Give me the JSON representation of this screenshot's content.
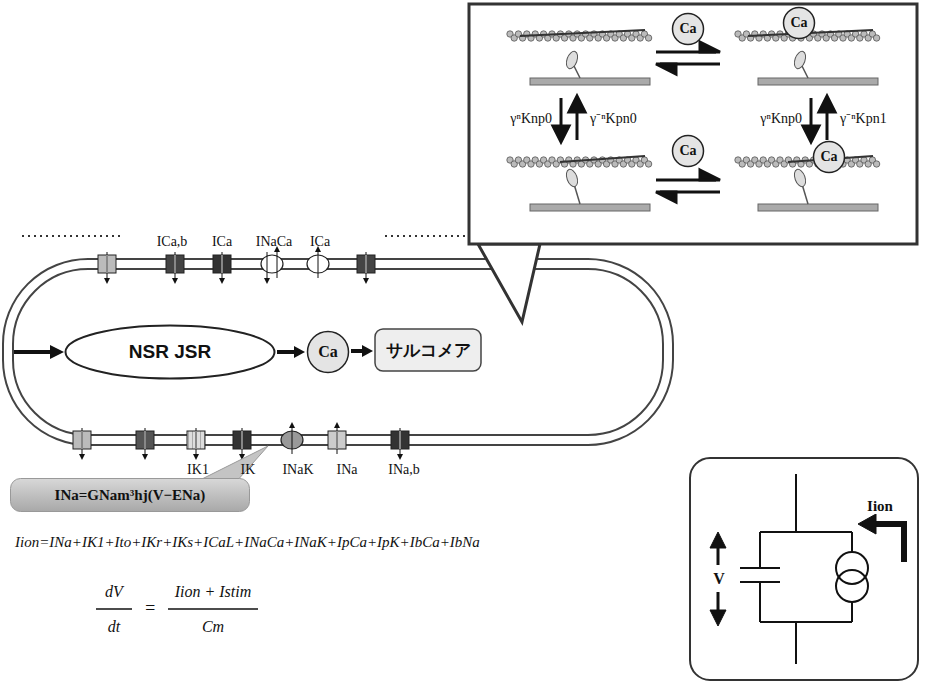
{
  "diagram": {
    "nodes": [
      {
        "text": [
          "Ca"
        ]
      },
      {
        "text": [
          "Ca"
        ]
      },
      {
        "text": [
          "Ca"
        ]
      },
      {
        "text": [
          "Ca"
        ]
      },
      {
        "text": [
          "NSR JSR"
        ]
      },
      {
        "text": [
          "Ca"
        ]
      },
      {
        "text": [
          "サルコメア"
        ]
      },
      {
        "text": [
          "INa=GNam³hj(V−ENa)"
        ]
      }
    ],
    "edges": [
      {
        "from": 4,
        "to": 5,
        "arrow": "to"
      },
      {
        "from": 5,
        "to": 6,
        "arrow": "to"
      }
    ],
    "labels": [
      "ICa,b",
      "ICa",
      "INaCa",
      "ICa",
      "IK1",
      "IK",
      "INaK",
      "INa",
      "INa,b",
      "γⁿKnp0",
      "γ⁻ⁿKpn0",
      "γⁿKnp0",
      "γ⁻ⁿKpn1",
      "Iion=INa+IK1+Ito+IKr+IKs+ICaL+INaCa+INaK+IpCa+IpK+IbCa+IbNa",
      "dV",
      "dt",
      "=",
      "Iion + Istim",
      "Cm",
      "V",
      "Iion"
    ]
  }
}
